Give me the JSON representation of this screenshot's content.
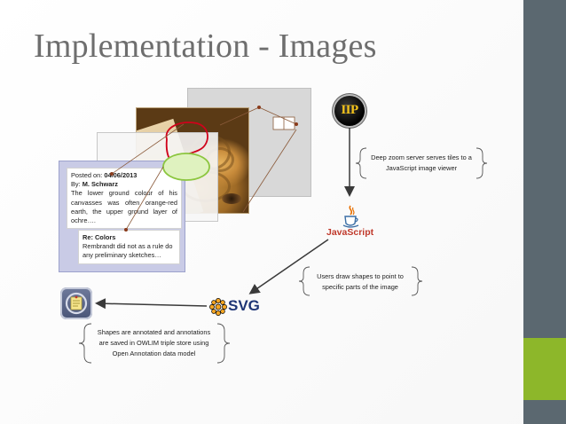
{
  "slide": {
    "title": "Implementation - Images"
  },
  "annotation_note": {
    "posted_prefix": "Posted on: ",
    "posted_date": "04/06/2013",
    "by_prefix": "By: ",
    "author": "M. Schwarz",
    "body": "The lower ground colour of his canvasses was often orange-red earth, the upper ground layer of ochre….",
    "reply_title": "Re: Colors",
    "reply_body": "Rembrandt did not as a rule do any preliminary sketches…"
  },
  "logos": {
    "iip": "IIP",
    "javascript": "JavaScript",
    "svg": "SVG"
  },
  "captions": {
    "deep_zoom": [
      "Deep zoom server serves tiles to a",
      "JavaScript image viewer"
    ],
    "draw_shapes": [
      "Users draw shapes to point to",
      "specific parts of the image"
    ],
    "annotated": [
      "Shapes are annotated and annotations",
      "are saved in OWLIM triple store using",
      "Open Annotation data model"
    ]
  },
  "colors": {
    "sidebar": "#5b6870",
    "accent": "#8db72a",
    "title": "#6e6e6e",
    "annotation_panel": "#c9cbe6",
    "arrow": "#3a3a3a",
    "highlight_red": "#d0021b",
    "highlight_green": "#b6e07a"
  },
  "icons": {
    "iip": "iip-logo-icon",
    "java": "java-cup-icon",
    "svg": "svg-logo-icon",
    "note": "sticky-note-icon"
  }
}
